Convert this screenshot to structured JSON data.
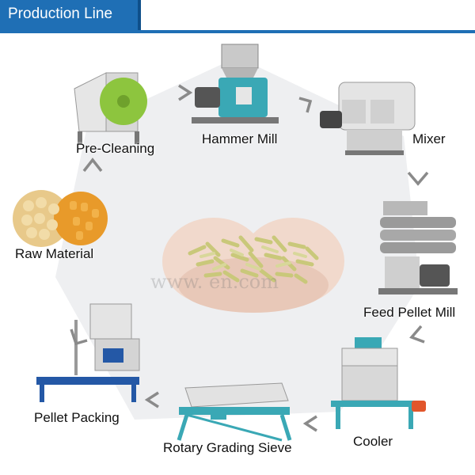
{
  "header": {
    "title": "Production Line"
  },
  "center": {
    "watermark": "www.                     en.com"
  },
  "stages": {
    "hammer_mill": "Hammer Mill",
    "mixer": "Mixer",
    "feed_pellet_mill": "Feed Pellet Mill",
    "cooler": "Cooler",
    "rotary_grading_sieve": "Rotary Grading Sieve",
    "pellet_packing": "Pellet Packing",
    "raw_material": "Raw Material",
    "pre_cleaning": "Pre-Cleaning"
  },
  "colors": {
    "brand_blue": "#1f6fb5",
    "hexagon_fill": "#eeeff1",
    "arrow_gray": "#8a8a8a",
    "machine_teal": "#3aa8b5",
    "machine_green": "#8dc53e"
  },
  "icons": [
    "arrow-chevron-icon"
  ]
}
